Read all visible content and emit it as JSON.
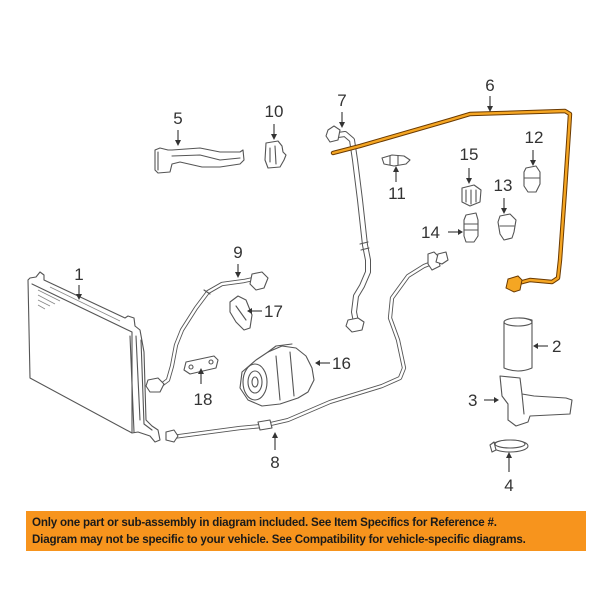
{
  "diagram": {
    "title": "A/C system parts diagram",
    "highlight_color": "#f5a623",
    "highlighted_part": "6",
    "callouts": [
      {
        "id": "1",
        "label": "1"
      },
      {
        "id": "2",
        "label": "2"
      },
      {
        "id": "3",
        "label": "3"
      },
      {
        "id": "4",
        "label": "4"
      },
      {
        "id": "5",
        "label": "5"
      },
      {
        "id": "6",
        "label": "6"
      },
      {
        "id": "7",
        "label": "7"
      },
      {
        "id": "8",
        "label": "8"
      },
      {
        "id": "9",
        "label": "9"
      },
      {
        "id": "10",
        "label": "10"
      },
      {
        "id": "11",
        "label": "11"
      },
      {
        "id": "12",
        "label": "12"
      },
      {
        "id": "13",
        "label": "13"
      },
      {
        "id": "14",
        "label": "14"
      },
      {
        "id": "15",
        "label": "15"
      },
      {
        "id": "16",
        "label": "16"
      },
      {
        "id": "17",
        "label": "17"
      },
      {
        "id": "18",
        "label": "18"
      }
    ]
  },
  "banner": {
    "color": "#f7941d",
    "line1": "Only one part or sub-assembly in diagram included. See Item Specifics for Reference #.",
    "line2": "Diagram may not be specific to your vehicle. See Compatibility for vehicle-specific diagrams."
  }
}
